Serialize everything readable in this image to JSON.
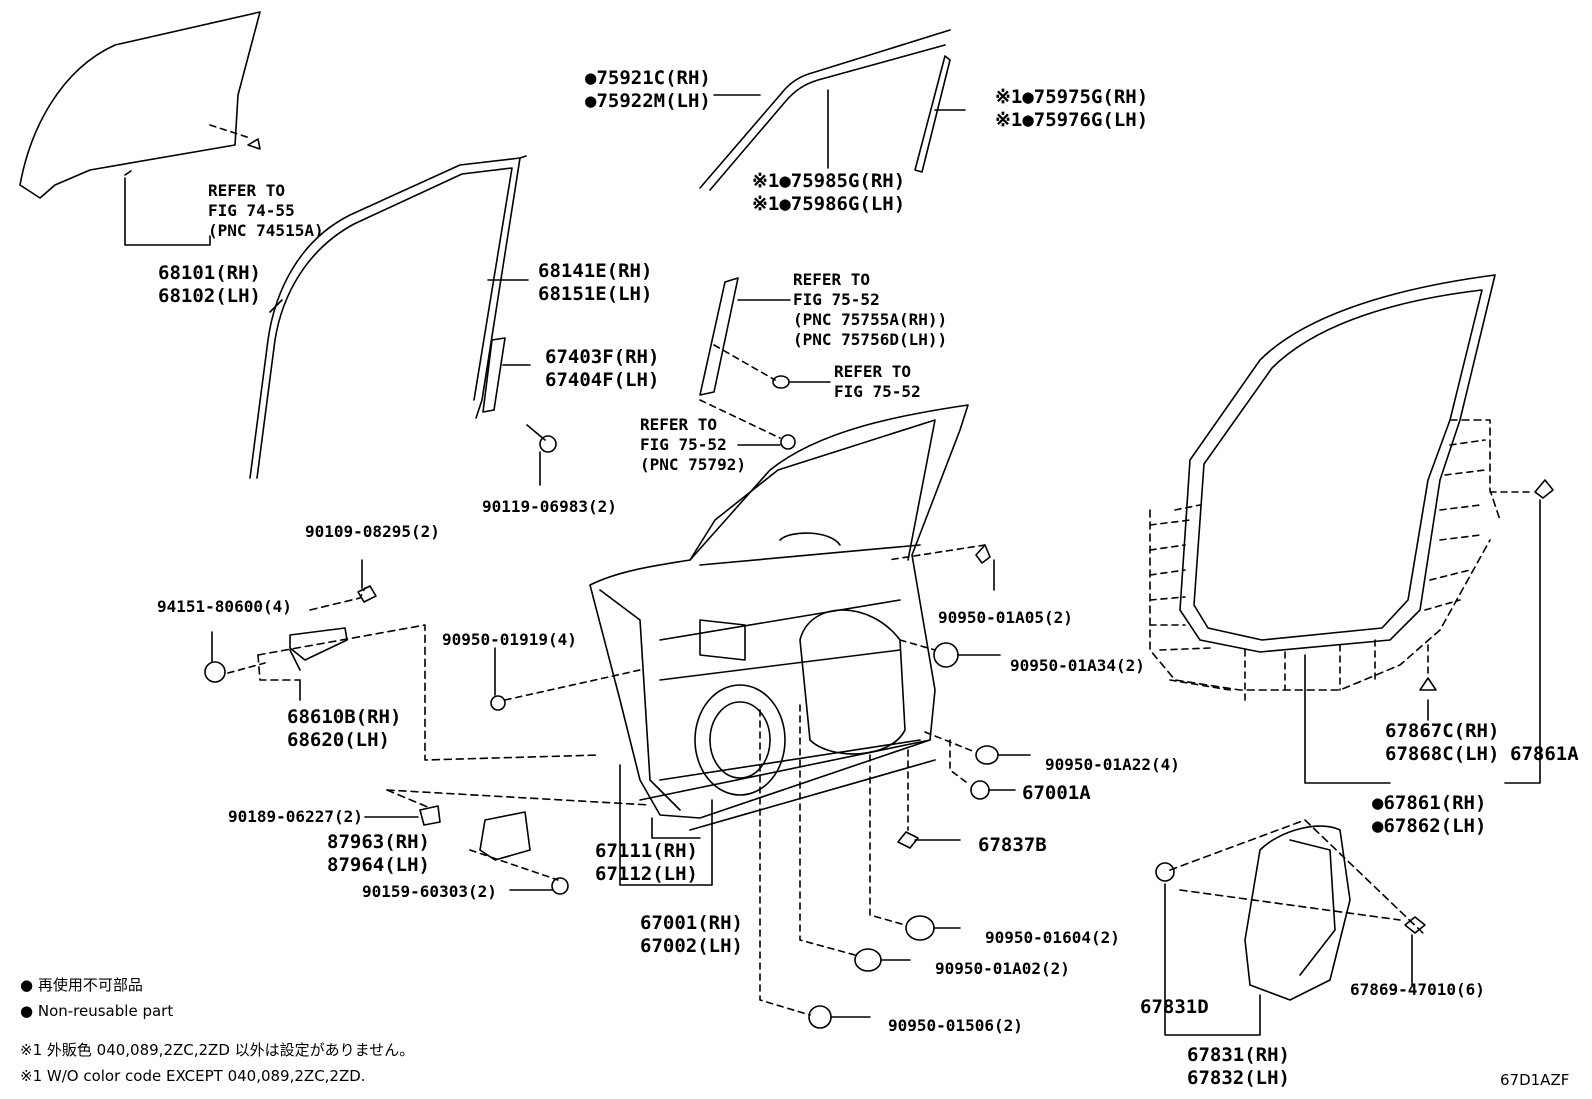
{
  "labels": {
    "glass": [
      "68101(RH)",
      "68102(LH)"
    ],
    "glass_refer": [
      "REFER TO",
      "FIG 74-55",
      "(PNC 74515A)"
    ],
    "run_channel": [
      "68141E(RH)",
      "68151E(LH)"
    ],
    "outer_moulding": [
      "●75921C(RH)",
      "●75922M(LH)"
    ],
    "frame_moulding": [
      "※1●75985G(RH)",
      "※1●75986G(LH)"
    ],
    "rear_moulding": [
      "※1●75975G(RH)",
      "※1●75976G(LH)"
    ],
    "refer_7552_pnc": [
      "REFER TO",
      "FIG 75-52",
      "(PNC 75755A(RH))",
      "(PNC 75756D(LH))"
    ],
    "refer_7552": [
      "REFER TO",
      "FIG 75-52"
    ],
    "refer_75792": [
      "REFER TO",
      "FIG 75-52",
      "(PNC 75792)"
    ],
    "channel_sub": [
      "67403F(RH)",
      "67404F(LH)"
    ],
    "bolt_90119": [
      "90119-06983(2)"
    ],
    "bolt_90109": [
      "90109-08295(2)"
    ],
    "nut_94151": [
      "94151-80600(4)"
    ],
    "check": [
      "68610B(RH)",
      "68620(LH)"
    ],
    "plug_01919": [
      "90950-01919(4)"
    ],
    "plug_01a05": [
      "90950-01A05(2)"
    ],
    "plug_01a34": [
      "90950-01A34(2)"
    ],
    "plug_01a22": [
      "90950-01A22(4)"
    ],
    "cushion_67001a": [
      "67001A"
    ],
    "clip_67837b": [
      "67837B"
    ],
    "plug_01604": [
      "90950-01604(2)"
    ],
    "plug_01a02": [
      "90950-01A02(2)"
    ],
    "plug_01506": [
      "90950-01506(2)"
    ],
    "door_panel": [
      "67111(RH)",
      "67112(LH)"
    ],
    "door_assy": [
      "67001(RH)",
      "67002(LH)"
    ],
    "screw_90189": [
      "90189-06227(2)"
    ],
    "cover": [
      "87963(RH)",
      "87964(LH)"
    ],
    "screw_90159": [
      "90159-60303(2)"
    ],
    "clip_67867": [
      "67867C(RH)",
      "67868C(LH)"
    ],
    "clip_67861a": [
      "67861A"
    ],
    "weatherstrip": [
      "●67861(RH)",
      "●67862(LH)"
    ],
    "service_hole_cover": [
      "67831D"
    ],
    "service_hole_assy": [
      "67831(RH)",
      "67832(LH)"
    ],
    "clip_67869": [
      "67869-47010(6)"
    ]
  },
  "legend": {
    "jp": "● 再使用不可部品",
    "en": "● Non-reusable part"
  },
  "notes": {
    "jp": "※1 外販色 040,089,2ZC,2ZD 以外は設定がありません。",
    "en": "※1 W/O color code EXCEPT 040,089,2ZC,2ZD."
  },
  "figure_code": "67D1AZF"
}
